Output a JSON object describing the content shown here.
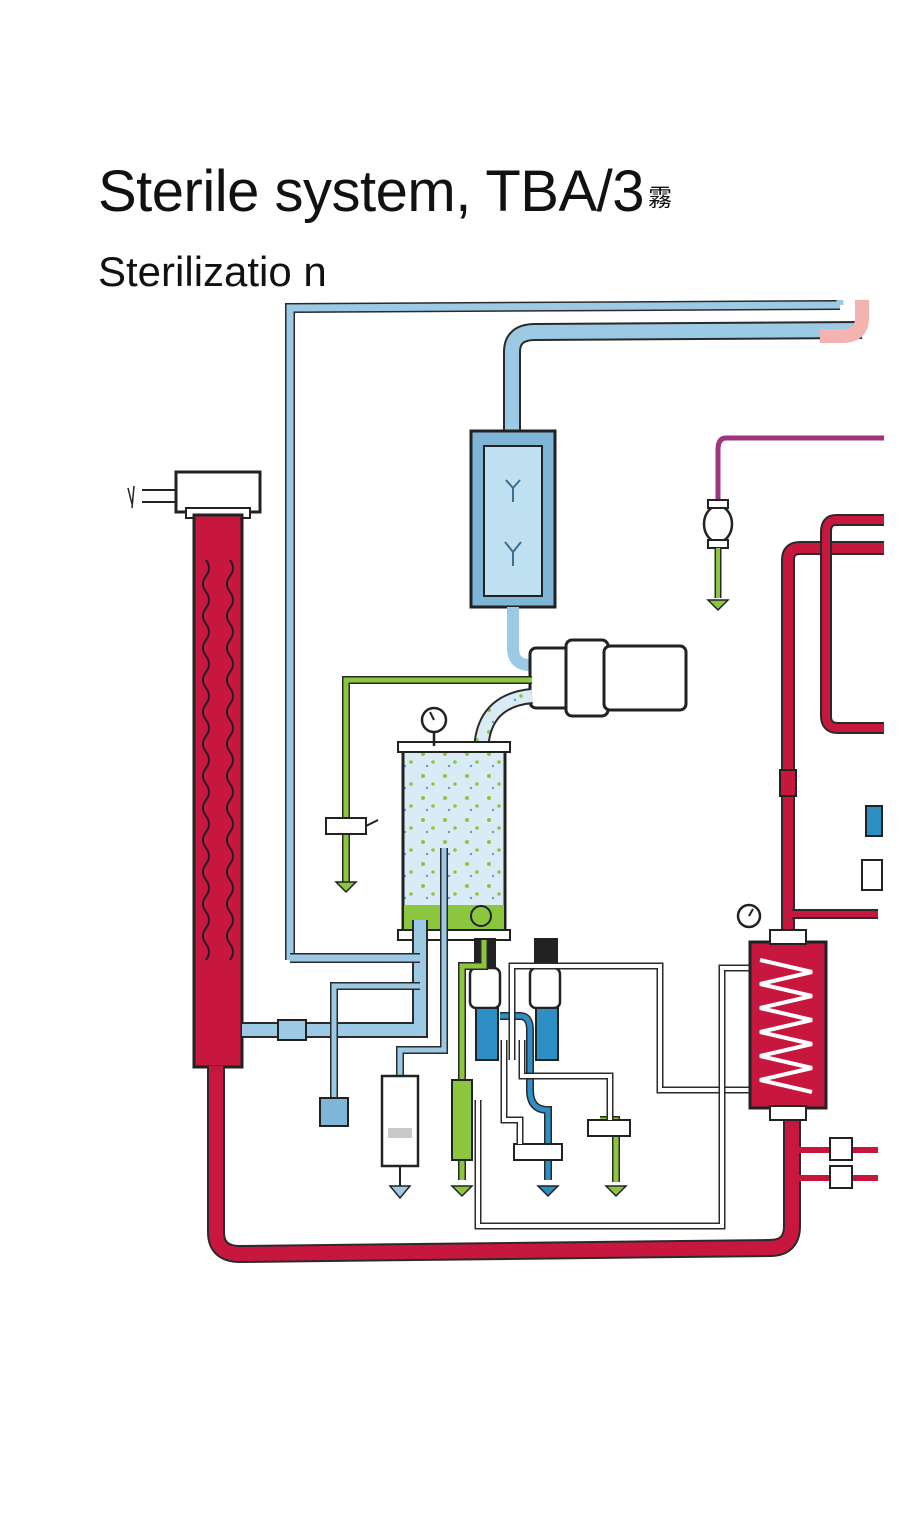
{
  "page": {
    "title": "Sterile system, TBA/3",
    "title_glyph": "霧",
    "subtitle": "Sterilizatio n"
  },
  "colors": {
    "steam_red": "#c8173f",
    "water_blue": "#9cc9e3",
    "blue_dark": "#2d8fc4",
    "green": "#8cc63f",
    "purple": "#a0357e",
    "pink": "#f3b3b0",
    "outline": "#2a2a2a"
  }
}
